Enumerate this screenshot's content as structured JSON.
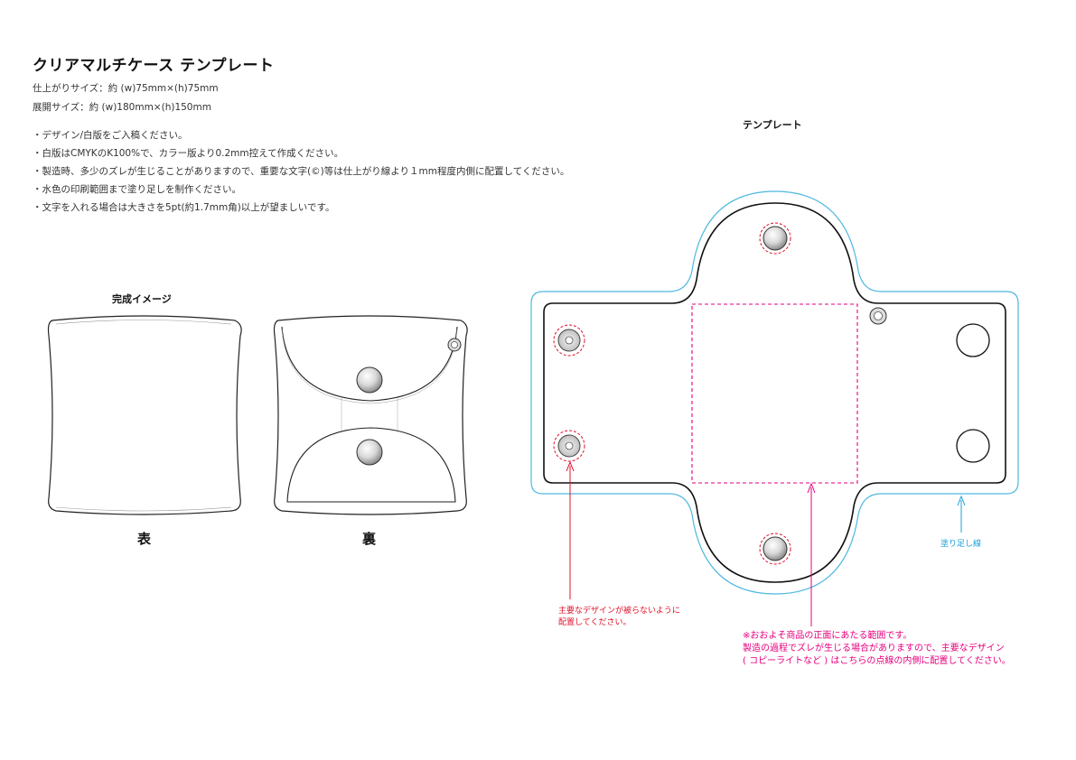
{
  "header": {
    "title": "クリアマルチケース テンプレート",
    "finished_size": "仕上がりサイズ：約 (w)75mm×(h)75mm",
    "unfolded_size": "展開サイズ：約 (w)180mm×(h)150mm"
  },
  "notes": [
    "・デザイン/白版をご入稿ください。",
    "・白版はCMYKのK100%で、カラー版より0.2mm控えて作成ください。",
    "・製造時、多少のズレが生じることがありますので、重要な文字(©)等は仕上がり線より１mm程度内側に配置してください。",
    "・水色の印刷範囲まで塗り足しを制作ください。",
    "・文字を入れる場合は大きさを5pt(約1.7mm角)以上が望ましいです。"
  ],
  "preview": {
    "label": "完成イメージ",
    "front_caption": "表",
    "back_caption": "裏"
  },
  "template": {
    "label": "テンプレート",
    "bleed_label": "塗り足し線",
    "snap_note_line1": "主要なデザインが被らないように",
    "snap_note_line2": "配置してください。",
    "front_note_line1": "※おおよそ商品の正面にあたる範囲です。",
    "front_note_line2": "製造の過程でズレが生じる場合がありますので、主要なデザイン",
    "front_note_line3": "( コピーライトなど ) はこちらの点線の内側に配置してください。"
  },
  "colors": {
    "bleed": "#4fb8e0",
    "trim": "#111111",
    "safe_area": "#e6007e",
    "snap_warning": "#e0102a"
  }
}
